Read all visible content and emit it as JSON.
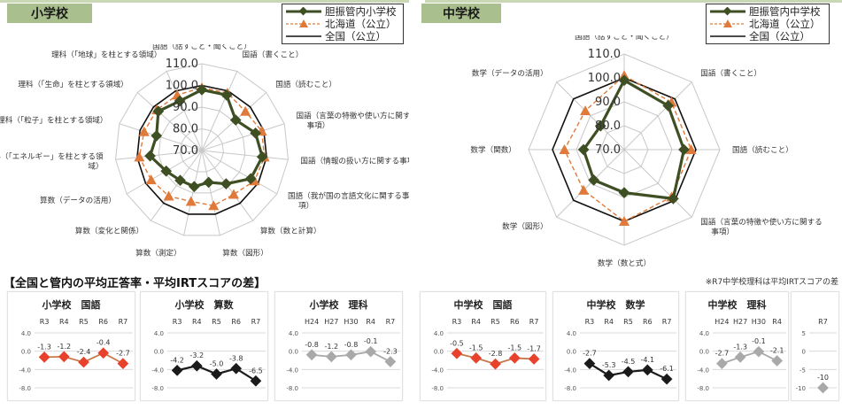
{
  "elementary": {
    "tag": "小学校",
    "legend": [
      {
        "label": "胆振管内小学校",
        "style": "green-diamond"
      },
      {
        "label": "北海道（公立）",
        "style": "orange-dashed-triangle"
      },
      {
        "label": "全国（公立）",
        "style": "black-line"
      }
    ]
  },
  "junior": {
    "tag": "中学校",
    "legend": [
      {
        "label": "胆振管内中学校",
        "style": "green-diamond"
      },
      {
        "label": "北海道（公立）",
        "style": "orange-dashed-triangle"
      },
      {
        "label": "全国（公立）",
        "style": "black-line"
      }
    ]
  },
  "bottom": {
    "title": "【全国と管内の平均正答率・平均IRTスコアの差】",
    "note": "※R7中学校理科は平均IRTスコアの差"
  },
  "colors": {
    "local": "#3f4f24",
    "hokkaido": "#e07a3a",
    "national": "#111111",
    "grid": "#c8c8c8",
    "tag_bg": "#a9c08e",
    "diff_red": "#e8412c",
    "diff_red_line": "#c8784a",
    "diff_black": "#1a1a1a",
    "diff_gray": "#a9a9a9"
  },
  "chart_data": [
    {
      "id": "radar-elementary",
      "type": "radar",
      "title": "小学校",
      "range": [
        70,
        110
      ],
      "ticks": [
        70,
        80,
        90,
        100,
        110
      ],
      "categories": [
        "国語（話すこと・聞くこと）",
        "国語（書くこと）",
        "国語（読むこと）",
        "国語（言葉の特徴や使い方に関する事項）",
        "国語（情報の扱い方に関する事項）",
        "国語（我が国の言語文化に関する事項）",
        "算数（数と計算）",
        "算数（図形）",
        "算数（測定）",
        "算数（変化と関係）",
        "算数（データの活用）",
        "理科（「エネルギー」を柱とする領域）",
        "理科（「粒子」を柱とする領域）",
        "理科（「生命」を柱とする領域）",
        "理科（「地球」を柱とする領域）"
      ],
      "series": [
        {
          "name": "胆振管内小学校",
          "values": [
            98,
            98,
            91,
            96,
            98,
            96,
            89,
            85,
            87,
            87,
            89,
            94,
            92,
            97,
            95
          ]
        },
        {
          "name": "北海道（公立）",
          "values": [
            99,
            99,
            97,
            99,
            99,
            98,
            95,
            96,
            94,
            96,
            97,
            99,
            98,
            98,
            98
          ]
        },
        {
          "name": "全国（公立）",
          "values": [
            100,
            100,
            100,
            100,
            100,
            100,
            100,
            100,
            100,
            100,
            100,
            100,
            100,
            100,
            100
          ]
        }
      ]
    },
    {
      "id": "radar-junior",
      "type": "radar",
      "title": "中学校",
      "range": [
        70,
        110
      ],
      "ticks": [
        70,
        80,
        90,
        100,
        110
      ],
      "categories": [
        "国語（話すこと・聞くこと）",
        "国語（書くこと）",
        "国語（読むこと）",
        "国語（言葉の特徴や使い方に関する事項）",
        "数学（数と式）",
        "数学（図形）",
        "数学（関数）",
        "数学（データの活用）"
      ],
      "series": [
        {
          "name": "胆振管内中学校",
          "values": [
            99,
            96,
            95,
            99,
            88,
            88,
            87,
            84
          ]
        },
        {
          "name": "北海道（公立）",
          "values": [
            101,
            98,
            98,
            98,
            100,
            94,
            95,
            93
          ]
        },
        {
          "name": "全国（公立）",
          "values": [
            100,
            100,
            100,
            100,
            100,
            100,
            100,
            100
          ]
        }
      ]
    },
    {
      "id": "diff-elem-kokugo",
      "type": "line",
      "title": "小学校　国語",
      "categories": [
        "R3",
        "R4",
        "R5",
        "R6",
        "R7"
      ],
      "values": [
        -1.3,
        -1.2,
        -2.4,
        -0.4,
        -2.7
      ],
      "ylim": [
        -8,
        4
      ],
      "yticks": [
        "4.0",
        "0.0",
        "-4.0",
        "-8.0"
      ],
      "tickvals": [
        4,
        0,
        -4,
        -8
      ],
      "color": "red"
    },
    {
      "id": "diff-elem-sansu",
      "type": "line",
      "title": "小学校　算数",
      "categories": [
        "R3",
        "R4",
        "R5",
        "R6",
        "R7"
      ],
      "values": [
        -4.2,
        -3.2,
        -5.0,
        -3.8,
        -6.5
      ],
      "ylim": [
        -8,
        4
      ],
      "yticks": [
        "4.0",
        "0.0",
        "-4.0",
        "-8.0"
      ],
      "tickvals": [
        4,
        0,
        -4,
        -8
      ],
      "color": "black"
    },
    {
      "id": "diff-elem-rika",
      "type": "line",
      "title": "小学校　理科",
      "categories": [
        "H24",
        "H27",
        "H30",
        "R4",
        "R7"
      ],
      "values": [
        -0.8,
        -1.2,
        -0.8,
        -0.1,
        -2.3
      ],
      "ylim": [
        -8,
        4
      ],
      "yticks": [
        "4.0",
        "0.0",
        "-4.0",
        "-8.0"
      ],
      "tickvals": [
        4,
        0,
        -4,
        -8
      ],
      "color": "gray"
    },
    {
      "id": "diff-jh-kokugo",
      "type": "line",
      "title": "中学校　国語",
      "categories": [
        "R3",
        "R4",
        "R5",
        "R6",
        "R7"
      ],
      "values": [
        -0.5,
        -1.5,
        -2.8,
        -1.5,
        -1.7
      ],
      "ylim": [
        -8,
        4
      ],
      "yticks": [
        "4.0",
        "0.0",
        "-4.0",
        "-8.0"
      ],
      "tickvals": [
        4,
        0,
        -4,
        -8
      ],
      "color": "red"
    },
    {
      "id": "diff-jh-sugaku",
      "type": "line",
      "title": "中学校　数学",
      "categories": [
        "R3",
        "R4",
        "R5",
        "R6",
        "R7"
      ],
      "values": [
        -2.7,
        -5.3,
        -4.5,
        -4.1,
        -6.1
      ],
      "ylim": [
        -8,
        4
      ],
      "yticks": [
        "4.0",
        "0.0",
        "-4.0",
        "-8.0"
      ],
      "tickvals": [
        4,
        0,
        -4,
        -8
      ],
      "color": "black"
    },
    {
      "id": "diff-jh-rika",
      "type": "line",
      "title": "中学校　理科",
      "categories": [
        "H24",
        "H27",
        "H30",
        "R4"
      ],
      "values": [
        -2.7,
        -1.3,
        -0.1,
        -2.1
      ],
      "ylim": [
        -8,
        4
      ],
      "yticks": [
        "4.0",
        "0.0",
        "-4.0",
        "-8.0"
      ],
      "tickvals": [
        4,
        0,
        -4,
        -8
      ],
      "color": "gray"
    },
    {
      "id": "diff-jh-rika-irt",
      "type": "line",
      "title": "",
      "categories": [
        "R7"
      ],
      "values": [
        -10
      ],
      "ylim": [
        -10,
        5
      ],
      "yticks": [
        "5",
        "0",
        "-5",
        "-10"
      ],
      "tickvals": [
        5,
        0,
        -5,
        -10
      ],
      "color": "gray"
    }
  ]
}
